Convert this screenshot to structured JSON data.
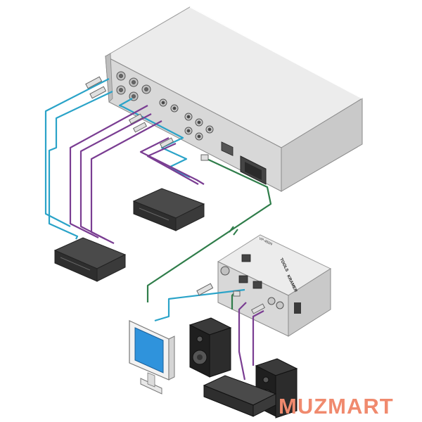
{
  "brand_label": "KRAMER",
  "product_label": "TOOLS",
  "model_label": "VP-460N",
  "watermark": "MUZMART",
  "colors": {
    "video_cable": "#2aa3c8",
    "audio_cable": "#7a3d92",
    "link_cable": "#2f7d4a",
    "chassis_top": "#e9e9e9",
    "chassis_front": "#d2d2d2",
    "monitor_screen": "#2f93dc",
    "watermark": "#f08a6e"
  }
}
